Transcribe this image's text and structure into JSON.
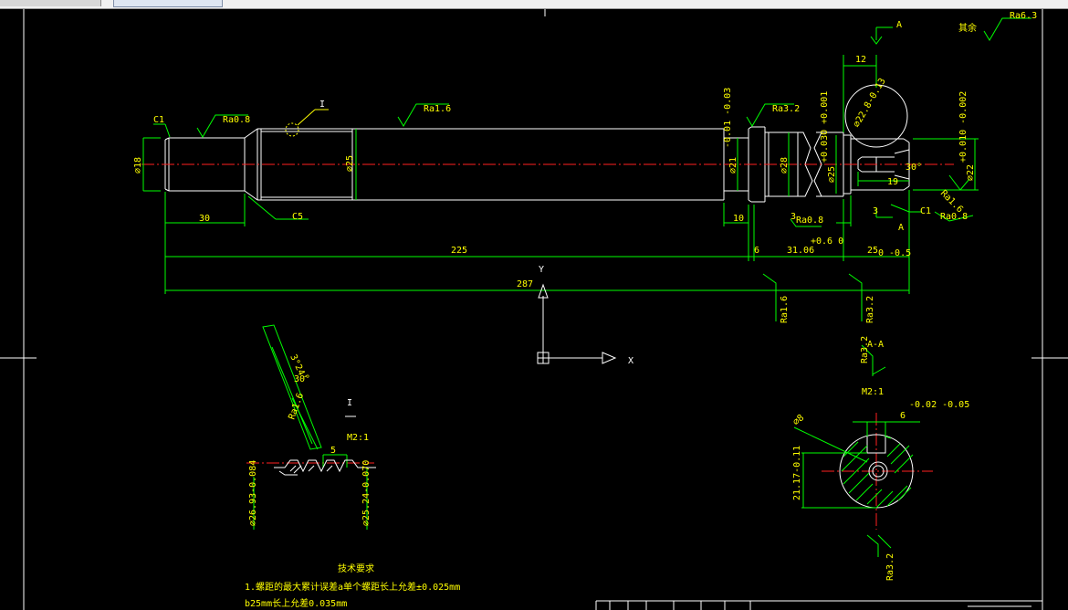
{
  "window": {
    "tab_label": ""
  },
  "drawing": {
    "colors": {
      "background": "#000000",
      "outline": "#ffffff",
      "dimension": "#00ff00",
      "annotation": "#ffff00",
      "centerline": "#ff0000"
    },
    "top_labels": {
      "section_a": "A",
      "other_note": "其余",
      "other_roughness": "Ra6.3"
    },
    "main_view": {
      "chamfer_left": "C1",
      "chamfer_c5": "C5",
      "ra_08_a": "Ra0.8",
      "ra_16_a": "Ra1.6",
      "detail_mark": "I",
      "ra_32_a": "Ra3.2",
      "dia_18": "⌀18",
      "dia_25": "⌀25",
      "dia_21": "⌀21",
      "dia_21_tol": "-0.01 -0.03",
      "dia_28": "⌀28",
      "dia_25b": "⌀25",
      "dia_25b_tol": "+0.030 +0.001",
      "dia_228": "⌀22.8-0.13",
      "dia_22": "⌀22",
      "dia_22_tol": "+0.010 -0.002",
      "dim_12": "12",
      "dim_19": "19",
      "dim_30_small": "30°",
      "ra_16_b": "Ra1.6",
      "chamfer_c1b": "C1",
      "ra_08_b": "Ra0.8",
      "ra_08_c": "Ra0.8",
      "dim_3a": "3",
      "dim_3b": "3",
      "section_a_bottom": "A",
      "dim_10": "10",
      "dim_30": "30",
      "dim_225": "225",
      "dim_6": "6",
      "dim_3106": "31.06",
      "dim_3106_tol": "+0.6 0",
      "dim_25": "25",
      "dim_25_tol": "0 -0.5",
      "dim_287": "287",
      "ra_16_c": "Ra1.6",
      "ra_32_b": "Ra3.2"
    },
    "ucs_icon": {
      "x_label": "X",
      "y_label": "Y"
    },
    "detail_view": {
      "ra": "Ra1.6",
      "angle": "30°",
      "angle_note": "3°24'",
      "mark": "I",
      "scale": "M2:1",
      "dim_5": "5",
      "dia_left": "⌀26.93-0.084",
      "dia_right": "⌀25.24-0.070"
    },
    "section_view": {
      "ra_top": "Ra3.2",
      "title": "A-A",
      "scale": "M2:1",
      "dim_6": "6",
      "dim_6_tol": "-0.02 -0.05",
      "dim_2117": "21.17-0.11",
      "leader": "⌀8",
      "ra_bottom": "Ra3.2"
    },
    "tech_requirements": {
      "title": "技术要求",
      "line1": "1.螺距的最大累计误差a单个螺距长上允差±0.025mm",
      "line2": "b25mm长上允差0.035mm"
    }
  }
}
